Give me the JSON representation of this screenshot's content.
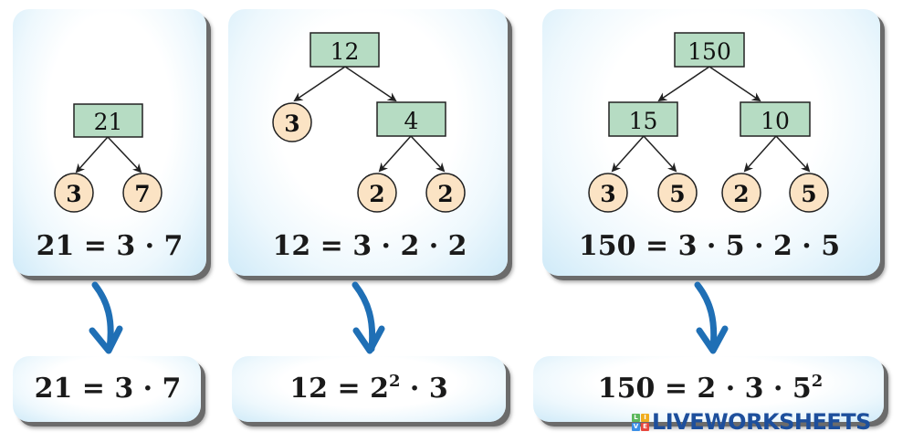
{
  "colors": {
    "box_fill": "#b6dcc3",
    "circle_fill": "#fbe3c4",
    "stroke": "#222222",
    "arrow_blue": "#1f6fb5",
    "logo_blue": "#1d4f9c"
  },
  "trees": [
    {
      "root": "21",
      "nodes": [
        {
          "id": "r",
          "label": "21",
          "shape": "box"
        },
        {
          "id": "a",
          "label": "3",
          "shape": "circle",
          "parent": "r"
        },
        {
          "id": "b",
          "label": "7",
          "shape": "circle",
          "parent": "r"
        }
      ],
      "equation": "21 = 3 · 7",
      "result": {
        "base": "21 = 3 · 7",
        "parts": []
      }
    },
    {
      "root": "12",
      "nodes": [
        {
          "id": "r",
          "label": "12",
          "shape": "box"
        },
        {
          "id": "a",
          "label": "3",
          "shape": "circle",
          "parent": "r"
        },
        {
          "id": "b",
          "label": "4",
          "shape": "box",
          "parent": "r"
        },
        {
          "id": "c",
          "label": "2",
          "shape": "circle",
          "parent": "b"
        },
        {
          "id": "d",
          "label": "2",
          "shape": "circle",
          "parent": "b"
        }
      ],
      "equation": "12 = 3 · 2 · 2",
      "result": {
        "prefix": "12 = 2",
        "exp": "2",
        "suffix": " · 3"
      }
    },
    {
      "root": "150",
      "nodes": [
        {
          "id": "r",
          "label": "150",
          "shape": "box"
        },
        {
          "id": "a",
          "label": "15",
          "shape": "box",
          "parent": "r"
        },
        {
          "id": "b",
          "label": "10",
          "shape": "box",
          "parent": "r"
        },
        {
          "id": "c",
          "label": "3",
          "shape": "circle",
          "parent": "a"
        },
        {
          "id": "d",
          "label": "5",
          "shape": "circle",
          "parent": "a"
        },
        {
          "id": "e",
          "label": "2",
          "shape": "circle",
          "parent": "b"
        },
        {
          "id": "f",
          "label": "5",
          "shape": "circle",
          "parent": "b"
        }
      ],
      "equation": "150 = 3 · 5 · 2 · 5",
      "result": {
        "prefix": "150 = 2 · 3 · 5",
        "exp": "2",
        "suffix": ""
      }
    }
  ],
  "results": {
    "r1": "21 = 3 · 7",
    "r2_prefix": "12 = 2",
    "r2_exp": "2",
    "r2_suffix": " · 3",
    "r3_prefix": "150 = 2 · 3 · 5",
    "r3_exp": "2"
  },
  "logo": {
    "tiles": [
      "L",
      "I",
      "V",
      "E"
    ],
    "tile_colors": [
      "#5cb85c",
      "#f0ad1e",
      "#3a8ee6",
      "#e8463c"
    ],
    "text": "LIVEWORKSHEETS"
  }
}
